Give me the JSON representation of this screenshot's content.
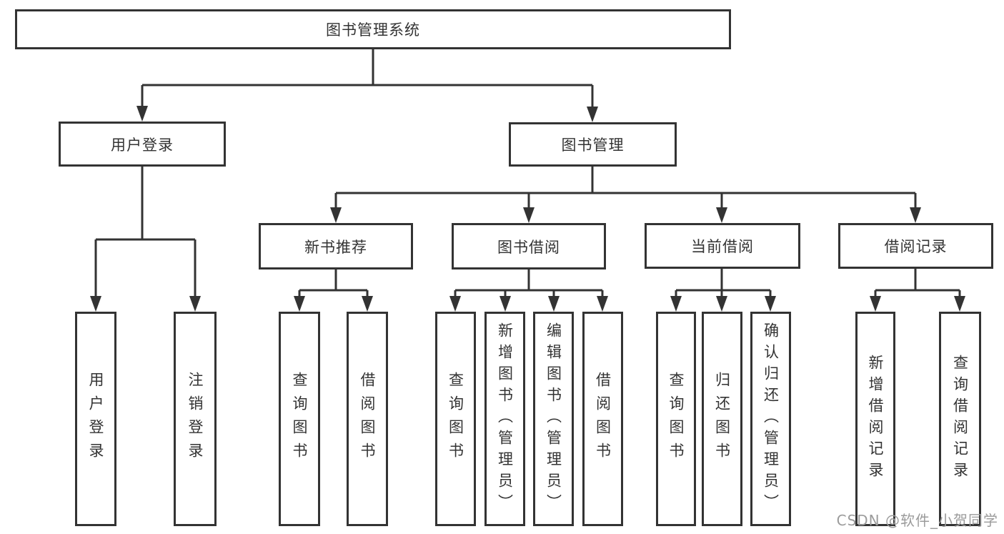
{
  "colors": {
    "line": "#333333",
    "text": "#333333",
    "box_bg": "#ffffff",
    "watermark": "#9b9b9b"
  },
  "nodes": {
    "root": {
      "label": "图书管理系统"
    },
    "user_login": {
      "label": "用户登录"
    },
    "book_mgmt": {
      "label": "图书管理"
    },
    "new_book_rec": {
      "label": "新书推荐"
    },
    "book_borrow": {
      "label": "图书借阅"
    },
    "current_borrow": {
      "label": "当前借阅"
    },
    "borrow_records": {
      "label": "借阅记录"
    },
    "leaves": {
      "user_login": {
        "label": "用户登录"
      },
      "logout": {
        "label": "注销登录"
      },
      "query_book_rec": {
        "label": "查询图书"
      },
      "borrow_book_rec": {
        "label": "借阅图书"
      },
      "query_book_borrow": {
        "label": "查询图书"
      },
      "add_book": {
        "label": "新增图书（管理员）"
      },
      "edit_book": {
        "label": "编辑图书（管理员）"
      },
      "borrow_book": {
        "label": "借阅图书"
      },
      "query_book_current": {
        "label": "查询图书"
      },
      "return_book": {
        "label": "归还图书"
      },
      "confirm_return": {
        "label": "确认归还（管理员）"
      },
      "add_borrow_record": {
        "label": "新增借阅记录"
      },
      "query_borrow_record": {
        "label": "查询借阅记录"
      }
    }
  },
  "watermark": {
    "text": "CSDN @软件_小贺同学"
  }
}
